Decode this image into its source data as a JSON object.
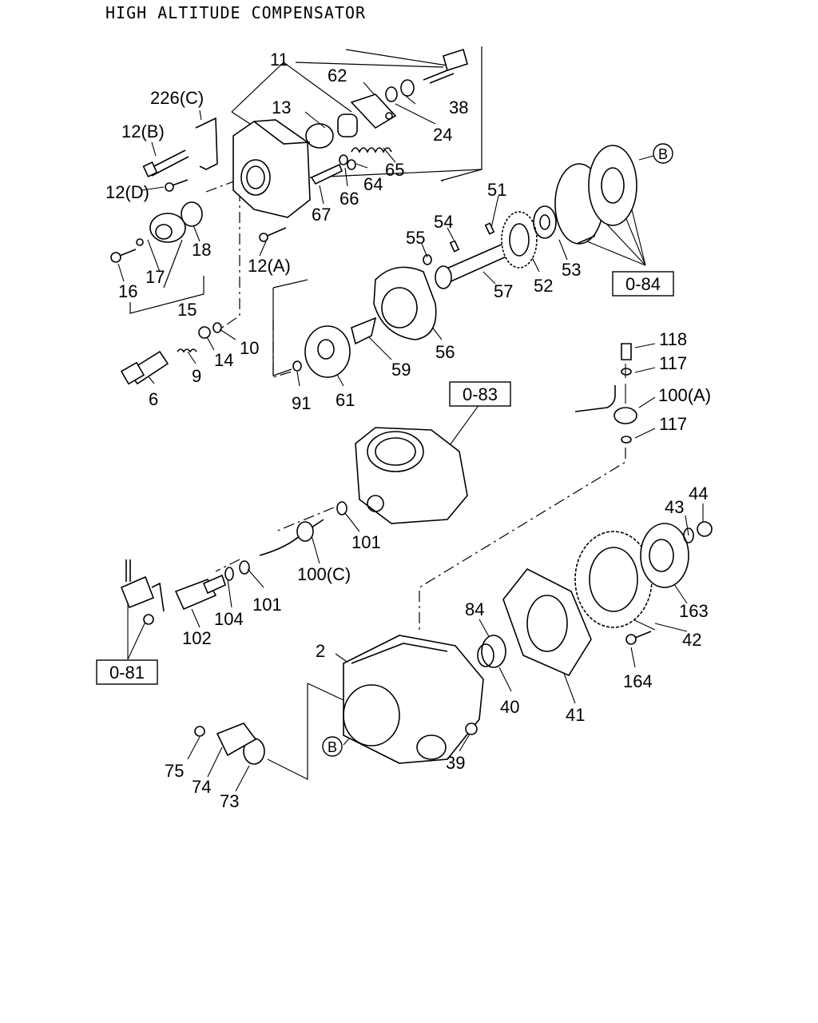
{
  "title": "HIGH ALTITUDE COMPENSATOR",
  "callouts": {
    "c11": "11",
    "c62": "62",
    "c38": "38",
    "c24": "24",
    "c226c": "226(C)",
    "c13": "13",
    "c12b": "12(B)",
    "c12d": "12(D)",
    "c65": "65",
    "c64": "64",
    "c66": "66",
    "c67": "67",
    "c18": "18",
    "c12a": "12(A)",
    "c17": "17",
    "c16": "16",
    "c15": "15",
    "c51": "51",
    "c54": "54",
    "c55": "55",
    "c53": "53",
    "c52": "52",
    "c57": "57",
    "c56": "56",
    "c59": "59",
    "c61": "61",
    "c91": "91",
    "c10": "10",
    "c14": "14",
    "c9": "9",
    "c6": "6",
    "c118": "118",
    "c117a": "117",
    "c100a": "100(A)",
    "c117b": "117",
    "c101a": "101",
    "c100c": "100(C)",
    "c101b": "101",
    "c104": "104",
    "c102": "102",
    "c43": "43",
    "c44": "44",
    "c163": "163",
    "c42": "42",
    "c164": "164",
    "c84": "84",
    "c40": "40",
    "c41": "41",
    "c2": "2",
    "c39": "39",
    "c75": "75",
    "c74": "74",
    "c73": "73",
    "cB1": "B",
    "cB2": "B"
  },
  "refs": {
    "r084": "0-84",
    "r083": "0-83",
    "r081": "0-81"
  }
}
